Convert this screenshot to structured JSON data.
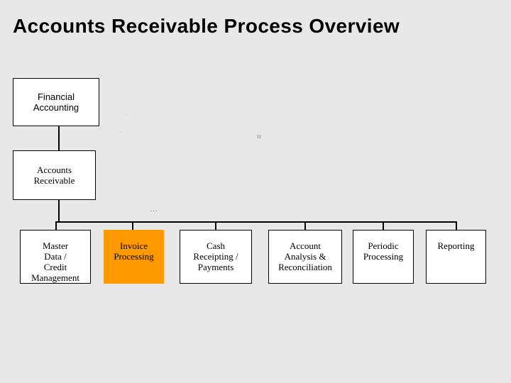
{
  "slide": {
    "title": "Accounts Receivable Process Overview",
    "background_color": "#e8e8e8",
    "shadow_color": "#808080",
    "highlight_color": "#ff9900",
    "text_color": "#000000",
    "box_fill_color": "#ffffff"
  },
  "diagram": {
    "type": "org-chart",
    "levels": [
      {
        "level": 1,
        "nodes": [
          {
            "id": "financial-accounting",
            "label": "Financial\nAccounting",
            "line1": "Financial",
            "line2": "Accounting",
            "highlighted": false
          }
        ]
      },
      {
        "level": 2,
        "nodes": [
          {
            "id": "accounts-receivable",
            "label": "Accounts\nReceivable",
            "line1": "Accounts",
            "line2": "Receivable",
            "highlighted": false
          }
        ]
      },
      {
        "level": 3,
        "nodes": [
          {
            "id": "master-data-credit-management",
            "label": "Master Data / Credit Management",
            "line1": "Master",
            "line2": "Data /",
            "line3": "Credit",
            "line4": "Management",
            "highlighted": false
          },
          {
            "id": "invoice-processing",
            "label": "Invoice Processing",
            "line1": "Invoice",
            "line2": "Processing",
            "highlighted": true
          },
          {
            "id": "cash-receipting-payments",
            "label": "Cash Receipting / Payments",
            "line1": "Cash",
            "line2": "Receipting /",
            "line3": "Payments",
            "highlighted": false
          },
          {
            "id": "account-analysis-reconciliation",
            "label": "Account Analysis & Reconciliation",
            "line1": "Account",
            "line2": "Analysis &",
            "line3": "Reconciliation",
            "highlighted": false
          },
          {
            "id": "periodic-processing",
            "label": "Periodic Processing",
            "line1": "Periodic",
            "line2": "Processing",
            "highlighted": false
          },
          {
            "id": "reporting",
            "label": "Reporting",
            "line1": "Reporting",
            "highlighted": false
          }
        ]
      }
    ]
  },
  "artifacts": {
    "mark_a": "·",
    "mark_b": "·",
    "mark_c": "ıı",
    "mark_d": "···"
  }
}
